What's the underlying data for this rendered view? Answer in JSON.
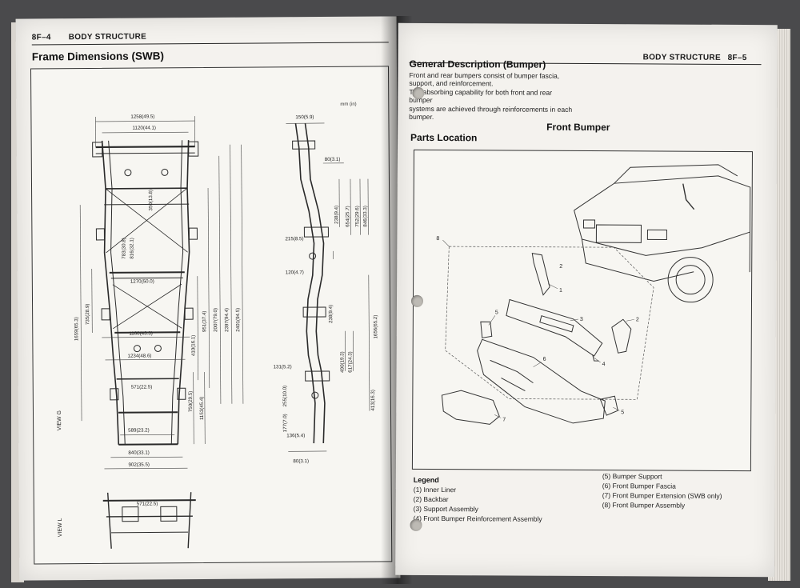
{
  "left_page": {
    "page_number": "8F–4",
    "section": "BODY STRUCTURE",
    "title": "Frame Dimensions (SWB)",
    "unit": "mm (in)",
    "view_labels": [
      "VIEW G",
      "VIEW L"
    ],
    "top_view_dims": [
      "1258(49.5)",
      "1120(44.1)",
      "350(13.8)",
      "816(32.1)",
      "783(30.8)",
      "1270(50.0)",
      "2007(79.0)",
      "2397(94.4)",
      "2401(94.5)",
      "1659(65.3)",
      "735(28.9)",
      "410(16.1)",
      "951(37.4)",
      "1100(43.3)",
      "1234(48.6)",
      "750(29.5)",
      "1153(45.4)",
      "571(22.5)",
      "589(23.2)",
      "840(33.1)",
      "902(35.5)",
      "571(22.5)"
    ],
    "side_view_dims": [
      "150(5.9)",
      "80(3.1)",
      "238(9.4)",
      "654(25.7)",
      "752(29.6)",
      "846(33.3)",
      "215(8.5)",
      "120(4.7)",
      "1656(65.2)",
      "238(9.4)",
      "490(19.3)",
      "617(24.3)",
      "131(5.2)",
      "255(10.0)",
      "413(16.3)",
      "177(7.0)",
      "136(5.4)",
      "80(3.1)"
    ]
  },
  "right_page": {
    "section": "BODY STRUCTURE",
    "page_number": "8F–5",
    "general_title": "General Description (Bumper)",
    "description_lines": [
      "Front and rear bumpers consist of bumper fascia,",
      "support, and reinforcement.",
      "The absorbing capability for both front and rear bumper",
      "systems are achieved through reinforcements in each",
      "bumper."
    ],
    "parts_location_title": "Parts Location",
    "diagram_title": "Front Bumper",
    "callouts": [
      "1",
      "2",
      "2",
      "3",
      "4",
      "5",
      "5",
      "6",
      "7",
      "8"
    ],
    "legend": {
      "title": "Legend",
      "left": [
        "(1)  Inner Liner",
        "(2)  Backbar",
        "(3)  Support Assembly",
        "(4)  Front Bumper Reinforcement Assembly"
      ],
      "right": [
        "(5)  Bumper Support",
        "(6)  Front Bumper Fascia",
        "(7)  Front Bumper Extension (SWB only)",
        "(8)  Front Bumper Assembly"
      ]
    }
  },
  "colors": {
    "paper": "#f4f2ee",
    "ink": "#1a1a1a",
    "background": "#4a4a4c"
  }
}
